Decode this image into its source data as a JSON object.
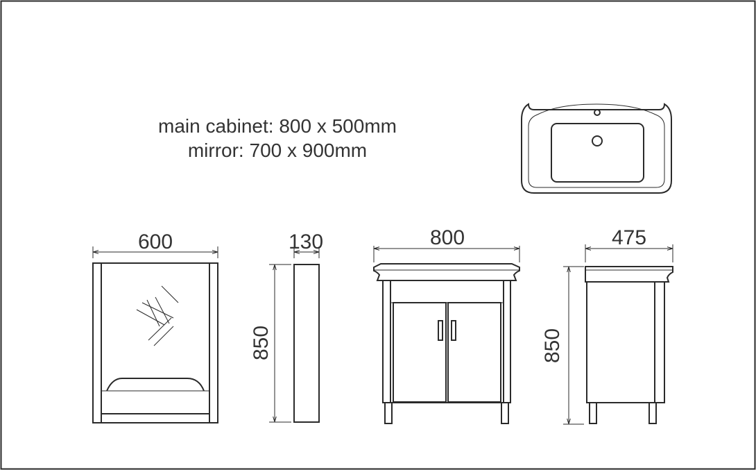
{
  "specs": {
    "main_cabinet": "main cabinet: 800 x 500mm",
    "mirror": "mirror: 700 x 900mm"
  },
  "dimensions": {
    "mirror_width": "600",
    "mirror_depth": "130",
    "mirror_height": "850",
    "cabinet_width": "800",
    "cabinet_depth": "475",
    "cabinet_height": "850"
  },
  "colors": {
    "line": "#2a2a2a",
    "text": "#333333",
    "background": "#ffffff"
  }
}
